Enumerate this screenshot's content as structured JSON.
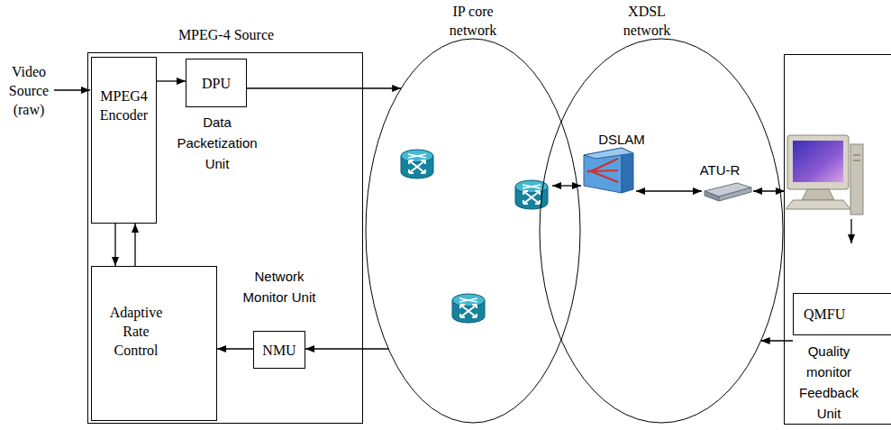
{
  "diagram": {
    "nodes": [
      {
        "text": [
          "MPEG-4 Source"
        ]
      },
      {
        "text": [
          "MPEG4 Encoder"
        ],
        "in": 0
      },
      {
        "text": [
          "DPU"
        ],
        "in": 0
      },
      {
        "text": [
          "Adaptive Rate Control"
        ],
        "in": 0
      },
      {
        "text": [
          "NMU"
        ],
        "in": 0
      },
      {
        "text": [
          "IP core network"
        ]
      },
      {
        "text": [
          "XDSL network"
        ]
      },
      {
        "text": [
          "QMFU"
        ]
      }
    ],
    "edges": [
      {
        "from": 1,
        "to": 2,
        "arrow": "to"
      },
      {
        "from": 1,
        "to": 3,
        "arrow": "to"
      },
      {
        "from": 3,
        "to": 1,
        "arrow": "to"
      },
      {
        "from": 2,
        "to": 5,
        "arrow": "to"
      },
      {
        "from": 5,
        "to": 4,
        "arrow": "to"
      },
      {
        "from": 4,
        "to": 3,
        "arrow": "to"
      },
      {
        "from": 7,
        "to": 6,
        "arrow": "to"
      }
    ],
    "labels": [
      "Video Source (raw)",
      "Data Packetization Unit",
      "Network Monitor Unit",
      "DSLAM",
      "ATU-R",
      "Quality monitor Feedback Unit"
    ]
  }
}
